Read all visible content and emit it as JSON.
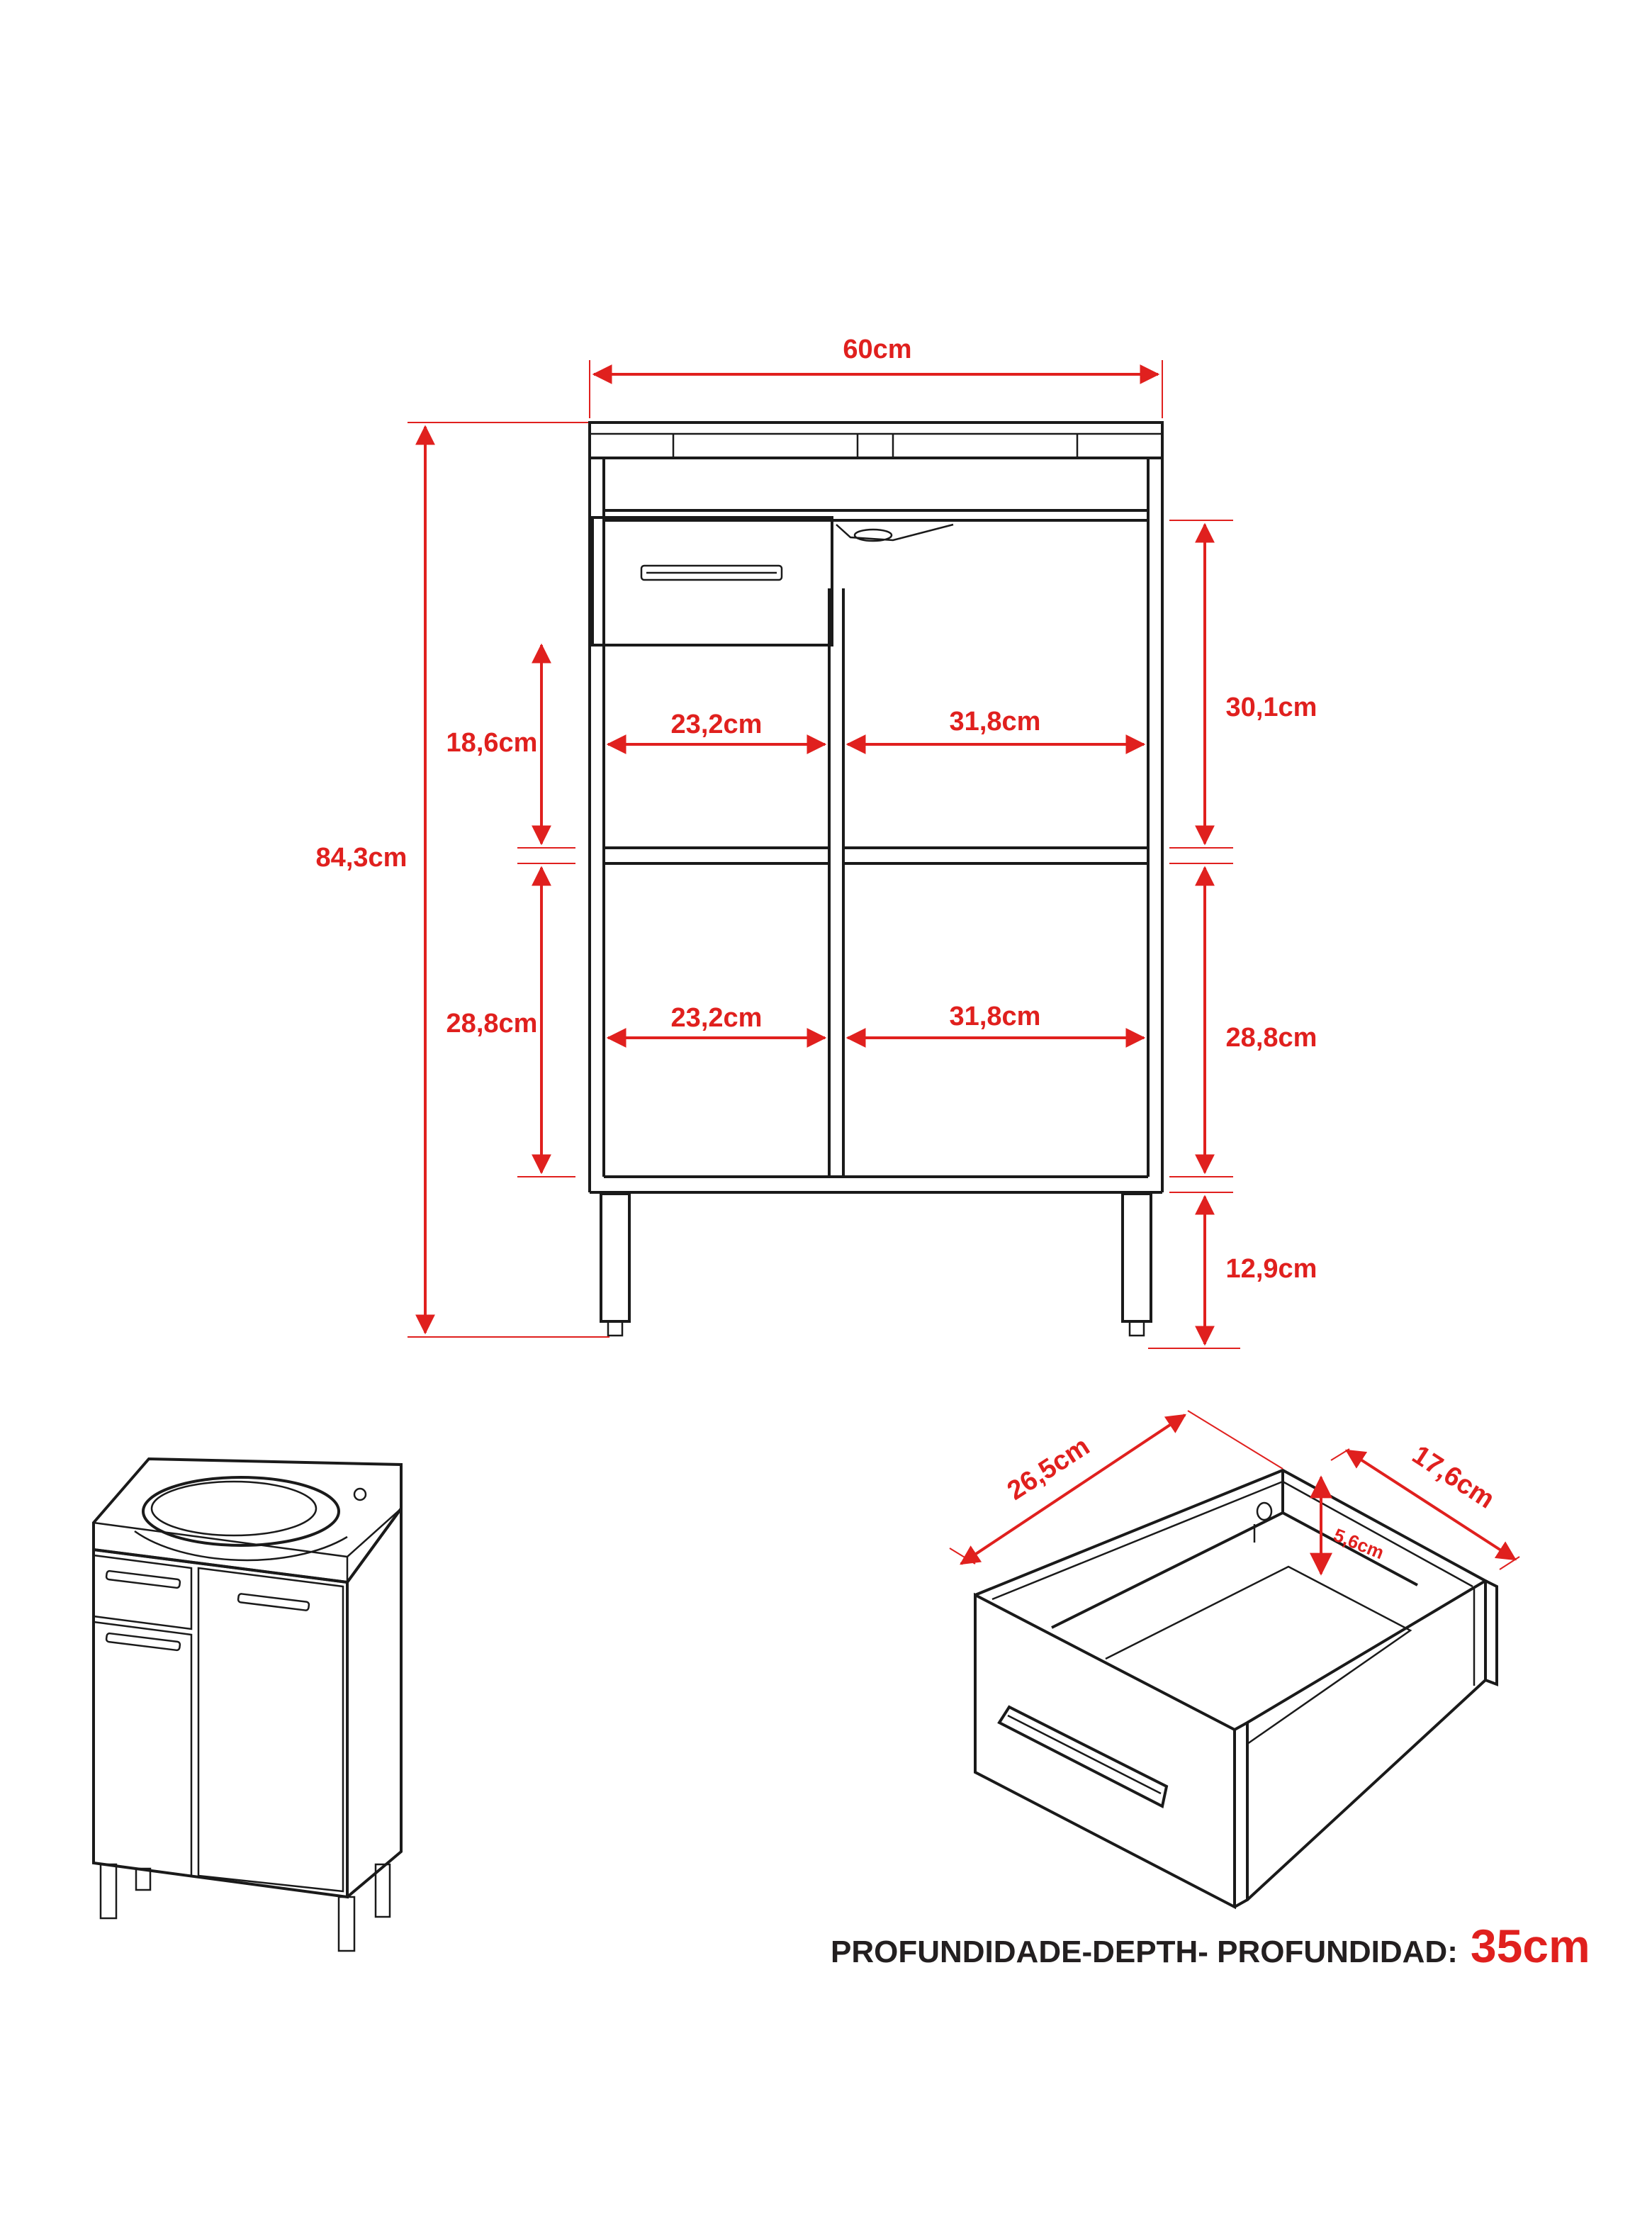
{
  "dimensions": {
    "total_width": "60cm",
    "total_height": "84,3cm",
    "left_upper_height": "18,6cm",
    "left_lower_height": "28,8cm",
    "upper_left_width": "23,2cm",
    "upper_right_width": "31,8cm",
    "lower_left_width": "23,2cm",
    "lower_right_width": "31,8cm",
    "right_upper_height": "30,1cm",
    "right_lower_height": "28,8cm",
    "leg_height": "12,9cm"
  },
  "drawer": {
    "length": "26,5cm",
    "width": "17,6cm",
    "height": "5,6cm"
  },
  "depth": {
    "label": "PROFUNDIDADE-DEPTH- PROFUNDIDAD:",
    "value": "35cm"
  },
  "colors": {
    "dimension": "#e0201e",
    "line": "#1a1a1a"
  }
}
